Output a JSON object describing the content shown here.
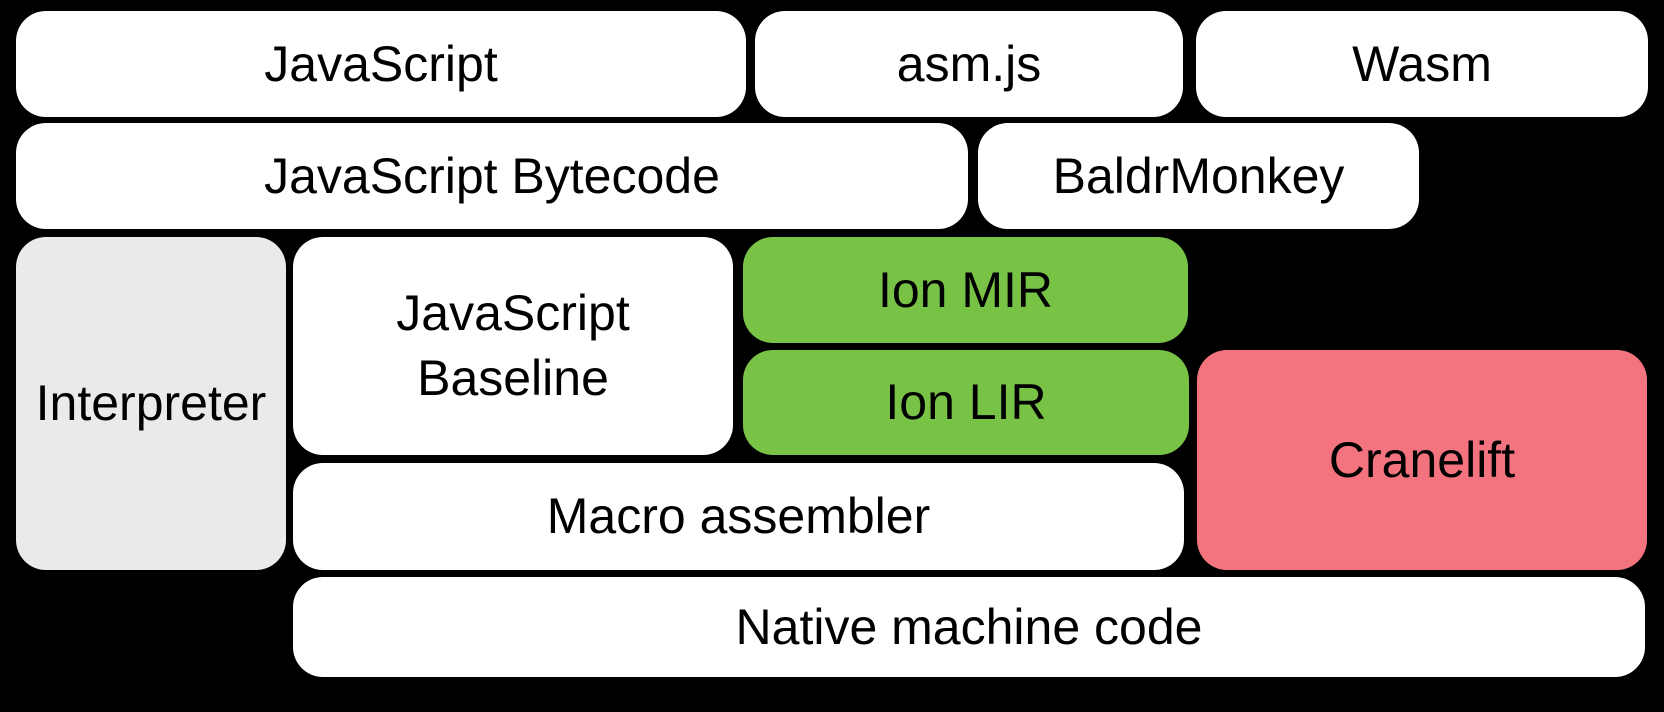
{
  "diagram": {
    "description": "Compilation pipeline block diagram",
    "colors": {
      "background": "#000000",
      "box_default": "#ffffff",
      "box_interpreter": "#eaeaea",
      "box_ion": "#78c246",
      "box_cranelift": "#f3747f",
      "text": "#000000"
    },
    "boxes": {
      "javascript": {
        "label": "JavaScript"
      },
      "asmjs": {
        "label": "asm.js"
      },
      "wasm": {
        "label": "Wasm"
      },
      "bytecode": {
        "label": "JavaScript Bytecode"
      },
      "baldrmonkey": {
        "label": "BaldrMonkey"
      },
      "interpreter": {
        "label": "Interpreter"
      },
      "baseline": {
        "lines": [
          "JavaScript",
          "Baseline"
        ]
      },
      "ion_mir": {
        "label": "Ion MIR"
      },
      "ion_lir": {
        "label": "Ion LIR"
      },
      "cranelift": {
        "label": "Cranelift"
      },
      "macro_assembler": {
        "label": "Macro assembler"
      },
      "native_code": {
        "label": "Native machine code"
      }
    }
  }
}
